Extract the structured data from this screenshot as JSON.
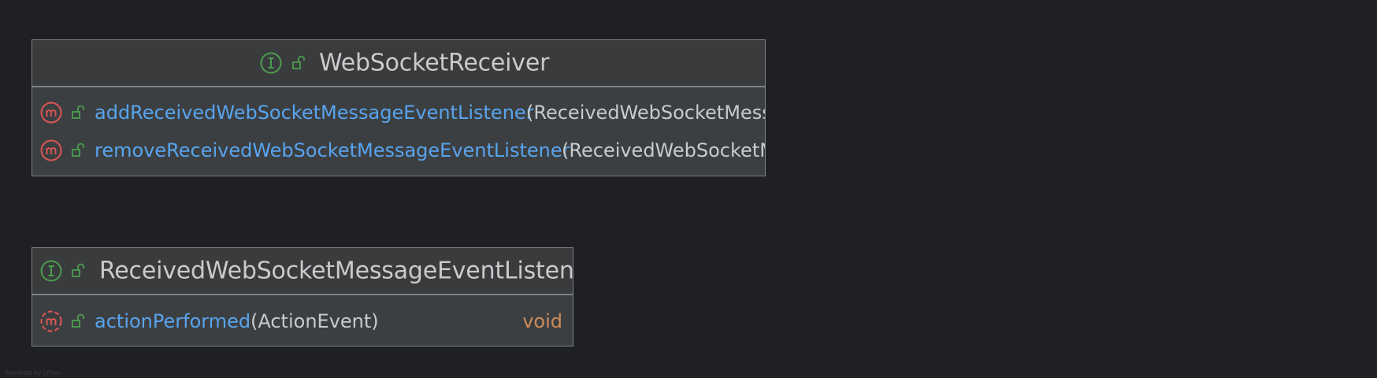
{
  "diagram": {
    "classes": [
      {
        "kind": "interface",
        "icon": "interface-icon",
        "visibility_icon": "public-visibility-icon",
        "name": "WebSocketReceiver",
        "members": [
          {
            "icon": "method-icon",
            "visibility_icon": "public-visibility-icon",
            "name": "addReceivedWebSocketMessageEventListener",
            "params": "(ReceivedWebSocketMess",
            "return_type": ""
          },
          {
            "icon": "method-icon",
            "visibility_icon": "public-visibility-icon",
            "name": "removeReceivedWebSocketMessageEventListener",
            "params": "(ReceivedWebSocketM",
            "return_type": ""
          }
        ]
      },
      {
        "kind": "interface",
        "icon": "interface-icon",
        "visibility_icon": "public-visibility-icon",
        "name": "ReceivedWebSocketMessageEventListene",
        "members": [
          {
            "icon": "abstract-method-icon",
            "visibility_icon": "public-visibility-icon",
            "name": "actionPerformed",
            "params": "(ActionEvent)",
            "return_type": "void"
          }
        ]
      }
    ]
  },
  "colors": {
    "background": "#1f2023",
    "box_fill": "#3c3f41",
    "border": "#7f8083",
    "interface_icon": "#4a9e4f",
    "method_icon": "#e05555",
    "member_name": "#58a4ef",
    "text": "#c9cacc",
    "return_type": "#cd8c5a"
  },
  "footer": "Powered by yFiles"
}
